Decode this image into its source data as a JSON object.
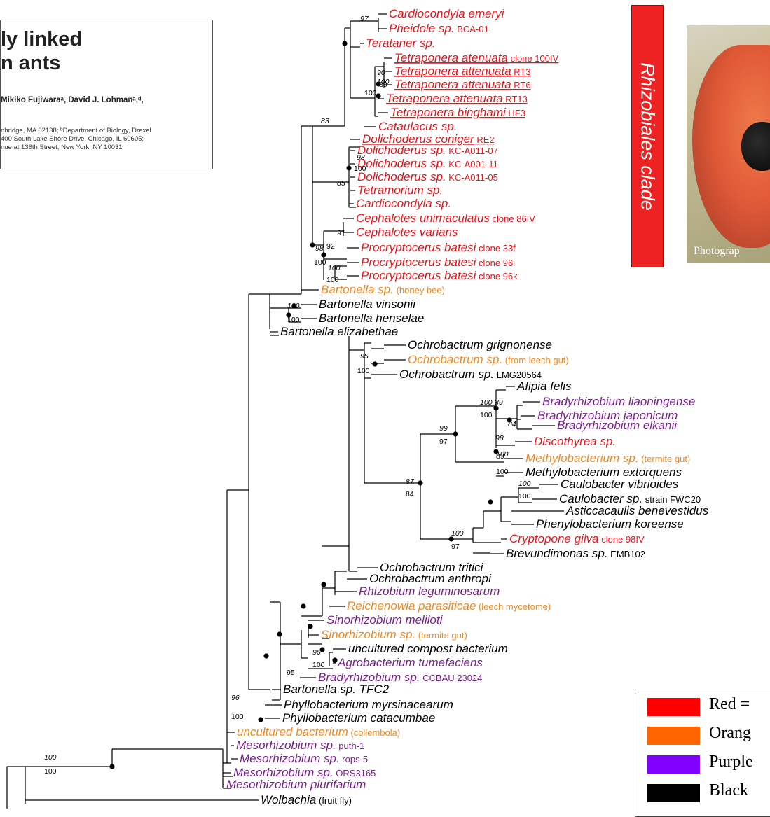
{
  "paper_snippet": {
    "title_lines": [
      "ly linked",
      "n ants"
    ],
    "authors": "Mikiko Fujiwaraᵃ, David J. Lohmanᵃ,ᵈ,",
    "affiliations": [
      "nbridge, MA 02138; ᵇDepartment of Biology, Drexel",
      "400 South Lake Shore Drive, Chicago, IL 60605;",
      "nue at 138th Street, New York, NY 10031"
    ]
  },
  "clade_banner": {
    "label": "Rhizobiales clade",
    "color": "#ee2222"
  },
  "photo": {
    "caption": "Photograp"
  },
  "legend": [
    {
      "label": "Red =",
      "color": "#ff0000"
    },
    {
      "label": "Orang",
      "color": "#ff6600"
    },
    {
      "label": "Purple",
      "color": "#8000ff"
    },
    {
      "label": "Black",
      "color": "#000000"
    }
  ],
  "colors": {
    "red": "#e8141b",
    "orange": "#f08a24",
    "purple": "#7a2090",
    "black": "#000000"
  },
  "taxa": [
    {
      "name": "Cardiocondyla emeryi",
      "qual": "",
      "color": "red",
      "underline": false
    },
    {
      "name": "Pheidole sp.",
      "qual": "BCA-01",
      "color": "red",
      "underline": false
    },
    {
      "name": "Terataner sp.",
      "qual": "",
      "color": "red",
      "underline": false
    },
    {
      "name": "Tetraponera atenuata",
      "qual": "clone 100IV",
      "color": "red",
      "underline": true
    },
    {
      "name": "Tetraponera attenuata",
      "qual": "RT3",
      "color": "red",
      "underline": true
    },
    {
      "name": "Tetraponera attenuata",
      "qual": "RT6",
      "color": "red",
      "underline": true
    },
    {
      "name": "Tetraponera attenuata",
      "qual": "RT13",
      "color": "red",
      "underline": true
    },
    {
      "name": "Tetraponera binghami",
      "qual": "HF3",
      "color": "red",
      "underline": true
    },
    {
      "name": "Cataulacus sp.",
      "qual": "",
      "color": "red",
      "underline": false
    },
    {
      "name": "Dolichoderus coniger",
      "qual": "RE2",
      "color": "red",
      "underline": true
    },
    {
      "name": "Dolichoderus sp.",
      "qual": "KC-A011-07",
      "color": "red",
      "underline": false
    },
    {
      "name": "Dolichoderus sp.",
      "qual": "KC-A001-11",
      "color": "red",
      "underline": false
    },
    {
      "name": "Dolichoderus sp.",
      "qual": "KC-A011-05",
      "color": "red",
      "underline": false
    },
    {
      "name": "Tetramorium sp.",
      "qual": "",
      "color": "red",
      "underline": false
    },
    {
      "name": "Cardiocondyla sp.",
      "qual": "",
      "color": "red",
      "underline": false
    },
    {
      "name": "Cephalotes unimaculatus",
      "qual": "clone 86IV",
      "color": "red",
      "underline": false
    },
    {
      "name": "Cephalotes varians",
      "qual": "",
      "color": "red",
      "underline": false
    },
    {
      "name": "Procryptocerus batesi",
      "qual": "clone 33f",
      "color": "red",
      "underline": false
    },
    {
      "name": "Procryptocerus batesi",
      "qual": "clone 96i",
      "color": "red",
      "underline": false
    },
    {
      "name": "Procryptocerus batesi",
      "qual": "clone 96k",
      "color": "red",
      "underline": false
    },
    {
      "name": "Bartonella sp.",
      "qual": "(honey bee)",
      "color": "orange",
      "underline": false
    },
    {
      "name": "Bartonella vinsonii",
      "qual": "",
      "color": "black",
      "underline": false
    },
    {
      "name": "Bartonella henselae",
      "qual": "",
      "color": "black",
      "underline": false
    },
    {
      "name": "Bartonella elizabethae",
      "qual": "",
      "color": "black",
      "underline": false
    },
    {
      "name": "Ochrobactrum grignonense",
      "qual": "",
      "color": "black",
      "underline": false
    },
    {
      "name": "Ochrobactrum sp.",
      "qual": "(from leech gut)",
      "color": "orange",
      "underline": false
    },
    {
      "name": "Ochrobactrum sp.",
      "qual": "LMG20564",
      "color": "black",
      "underline": false
    },
    {
      "name": "Afipia felis",
      "qual": "",
      "color": "black",
      "underline": false
    },
    {
      "name": "Bradyrhizobium liaoningense",
      "qual": "",
      "color": "purple",
      "underline": false
    },
    {
      "name": "Bradyrhizobium japonicum",
      "qual": "",
      "color": "purple",
      "underline": false
    },
    {
      "name": "Bradyrhizobium elkanii",
      "qual": "",
      "color": "purple",
      "underline": false
    },
    {
      "name": "Discothyrea sp.",
      "qual": "",
      "color": "red",
      "underline": false
    },
    {
      "name": "Methylobacterium sp.",
      "qual": "(termite gut)",
      "color": "orange",
      "underline": false
    },
    {
      "name": "Methylobacterium extorquens",
      "qual": "",
      "color": "black",
      "underline": false
    },
    {
      "name": "Caulobacter vibrioides",
      "qual": "",
      "color": "black",
      "underline": false
    },
    {
      "name": "Caulobacter sp.",
      "qual": "strain FWC20",
      "color": "black",
      "underline": false
    },
    {
      "name": "Asticcacaulis benevestidus",
      "qual": "",
      "color": "black",
      "underline": false
    },
    {
      "name": "Phenylobacterium koreense",
      "qual": "",
      "color": "black",
      "underline": false
    },
    {
      "name": "Cryptopone gilva",
      "qual": "clone 98IV",
      "color": "red",
      "underline": false
    },
    {
      "name": "Brevundimonas sp.",
      "qual": "EMB102",
      "color": "black",
      "underline": false
    },
    {
      "name": "Ochrobactrum tritici",
      "qual": "",
      "color": "black",
      "underline": false
    },
    {
      "name": "Ochrobactrum anthropi",
      "qual": "",
      "color": "black",
      "underline": false
    },
    {
      "name": "Rhizobium leguminosarum",
      "qual": "",
      "color": "purple",
      "underline": false
    },
    {
      "name": "Reichenowia parasiticae",
      "qual": "(leech mycetome)",
      "color": "orange",
      "underline": false
    },
    {
      "name": "Sinorhizobium meliloti",
      "qual": "",
      "color": "purple",
      "underline": false
    },
    {
      "name": "Sinorhizobium sp.",
      "qual": "(termite gut)",
      "color": "orange",
      "underline": false
    },
    {
      "name": "uncultured compost bacterium",
      "qual": "",
      "color": "black",
      "underline": false
    },
    {
      "name": "Agrobacterium tumefaciens",
      "qual": "",
      "color": "purple",
      "underline": false
    },
    {
      "name": "Bradyrhizobium sp.",
      "qual": "CCBAU 23024",
      "color": "purple",
      "underline": false
    },
    {
      "name": "Bartonella sp. TFC2",
      "qual": "",
      "color": "black",
      "underline": false
    },
    {
      "name": "Phyllobacterium myrsinacearum",
      "qual": "",
      "color": "black",
      "underline": false
    },
    {
      "name": "Phyllobacterium catacumbae",
      "qual": "",
      "color": "black",
      "underline": false
    },
    {
      "name": "uncultured bacterium",
      "qual": "(collembola)",
      "color": "orange",
      "underline": false
    },
    {
      "name": "Mesorhizobium sp.",
      "qual": "puth-1",
      "color": "purple",
      "underline": false
    },
    {
      "name": "Mesorhizobium sp.",
      "qual": "rops-5",
      "color": "purple",
      "underline": false
    },
    {
      "name": "Mesorhizobium sp.",
      "qual": "ORS3165",
      "color": "purple",
      "underline": false
    },
    {
      "name": "Mesorhizobium plurifarium",
      "qual": "",
      "color": "purple",
      "underline": false
    },
    {
      "name": "Wolbachia",
      "qual": "(fruit fly)",
      "color": "black",
      "underline": false
    }
  ],
  "support_values": [
    {
      "text": "97",
      "style": "italic"
    },
    {
      "text": "83",
      "style": "italic"
    },
    {
      "text": "100",
      "style": "italic"
    },
    {
      "text": "90",
      "style": "italic"
    },
    {
      "text": "80",
      "style": "normal"
    },
    {
      "text": "100",
      "style": "normal"
    },
    {
      "text": "98",
      "style": "italic"
    },
    {
      "text": "100",
      "style": "normal"
    },
    {
      "text": "85",
      "style": "italic"
    },
    {
      "text": "91",
      "style": "italic"
    },
    {
      "text": "98",
      "style": "italic"
    },
    {
      "text": "92",
      "style": "normal"
    },
    {
      "text": "100",
      "style": "normal"
    },
    {
      "text": "100",
      "style": "italic"
    },
    {
      "text": "100",
      "style": "normal"
    },
    {
      "text": "100",
      "style": "italic"
    },
    {
      "text": "100",
      "style": "normal"
    },
    {
      "text": "95",
      "style": "italic"
    },
    {
      "text": "100",
      "style": "normal"
    },
    {
      "text": "100",
      "style": "italic"
    },
    {
      "text": "100",
      "style": "normal"
    },
    {
      "text": "89",
      "style": "italic"
    },
    {
      "text": "84",
      "style": "italic"
    },
    {
      "text": "98",
      "style": "italic"
    },
    {
      "text": "89",
      "style": "normal"
    },
    {
      "text": "99",
      "style": "italic"
    },
    {
      "text": "97",
      "style": "normal"
    },
    {
      "text": "100",
      "style": "italic"
    },
    {
      "text": "100",
      "style": "normal"
    },
    {
      "text": "87",
      "style": "italic"
    },
    {
      "text": "84",
      "style": "normal"
    },
    {
      "text": "100",
      "style": "italic"
    },
    {
      "text": "100",
      "style": "normal"
    },
    {
      "text": "100",
      "style": "italic"
    },
    {
      "text": "97",
      "style": "normal"
    },
    {
      "text": "96",
      "style": "italic"
    },
    {
      "text": "100",
      "style": "normal"
    },
    {
      "text": "95",
      "style": "normal"
    },
    {
      "text": "96",
      "style": "italic"
    },
    {
      "text": "100",
      "style": "normal"
    },
    {
      "text": "100",
      "style": "italic"
    },
    {
      "text": "100",
      "style": "normal"
    }
  ]
}
